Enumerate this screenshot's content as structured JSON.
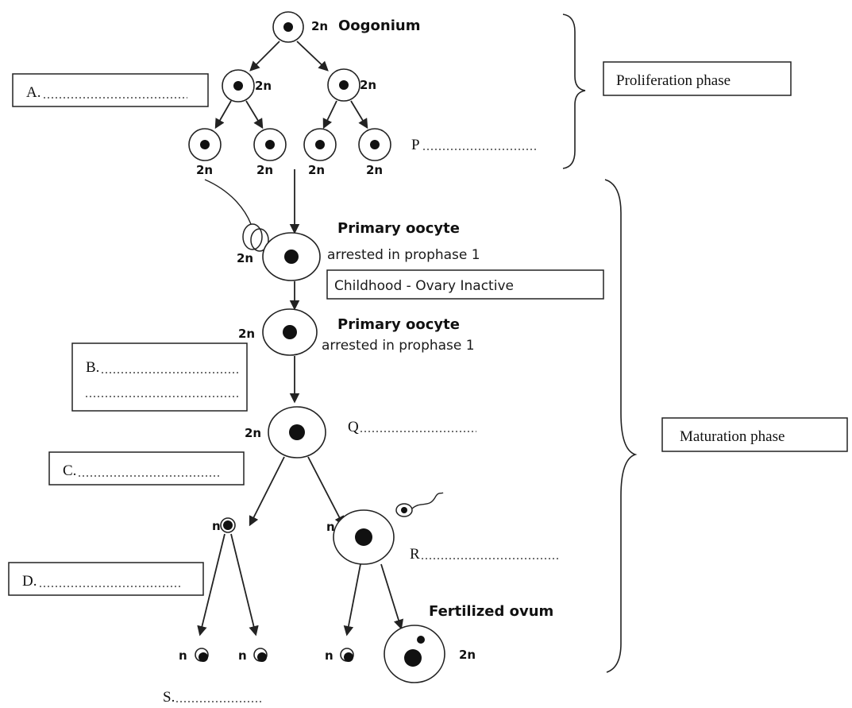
{
  "labels": {
    "oogonium": "Oogonium",
    "primary_oocyte_1": "Primary oocyte",
    "arrested_1": "arrested in prophase 1",
    "childhood": "Childhood - Ovary Inactive",
    "primary_oocyte_2": "Primary oocyte",
    "arrested_2": "arrested in prophase 1",
    "fertilized": "Fertilized ovum",
    "proliferation": "Proliferation phase",
    "maturation": "Maturation phase"
  },
  "ploidy": {
    "diploid": "2n",
    "haploid": "n"
  },
  "blanks": {
    "A": "A.",
    "B": "B.",
    "C": "C.",
    "D": "D.",
    "P": "P",
    "Q": "Q",
    "R": "R",
    "S": "S."
  }
}
